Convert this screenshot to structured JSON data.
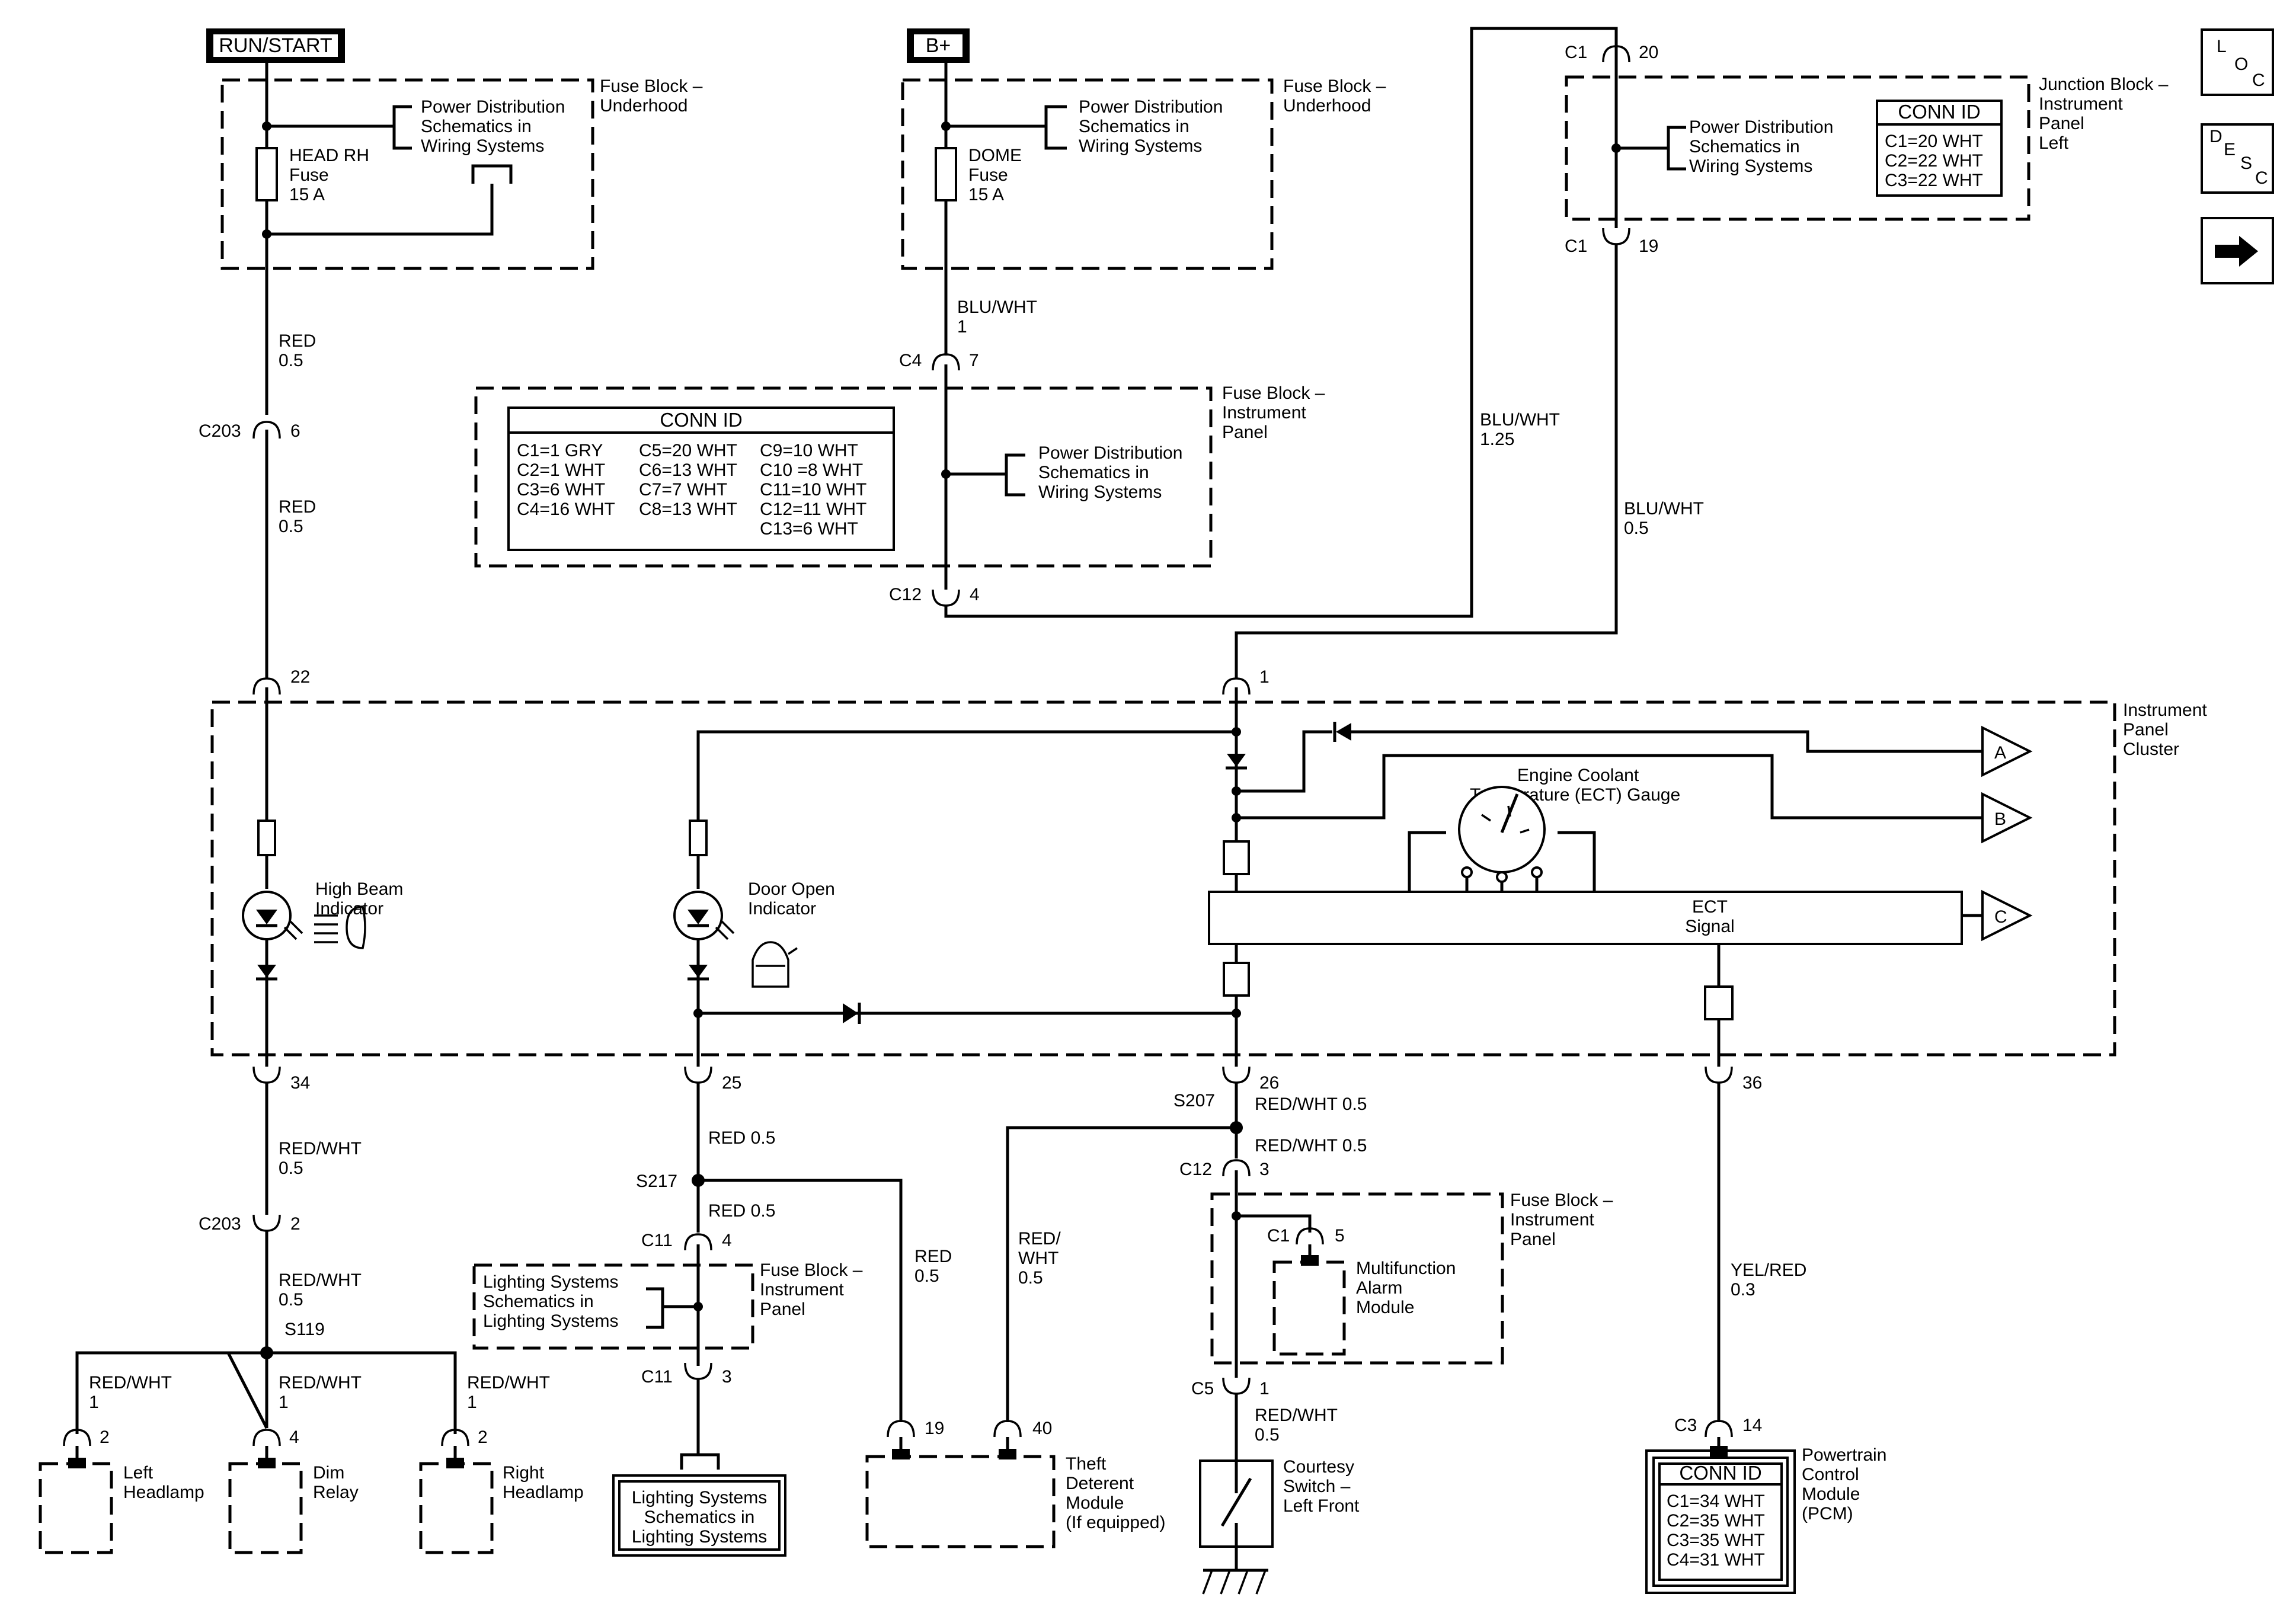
{
  "power_sources": {
    "run_start": "RUN/START",
    "b_plus": "B+"
  },
  "nav_icons": {
    "loc": [
      "L",
      "O",
      "C"
    ],
    "desc": [
      "D",
      "E",
      "S",
      "C"
    ],
    "next": "arrow-right-icon"
  },
  "fuse_block_underhood_1": {
    "title": [
      "Fuse Block –",
      "Underhood"
    ],
    "fuse_label": [
      "HEAD RH",
      "Fuse",
      "15 A"
    ],
    "ref": [
      "Power Distribution",
      "Schematics in",
      "Wiring Systems"
    ]
  },
  "fuse_block_underhood_2": {
    "title": [
      "Fuse Block –",
      "Underhood"
    ],
    "fuse_label": [
      "DOME",
      "Fuse",
      "15 A"
    ],
    "ref": [
      "Power Distribution",
      "Schematics in",
      "Wiring Systems"
    ]
  },
  "junction_block": {
    "title": [
      "Junction Block –",
      "Instrument",
      "Panel",
      "Left"
    ],
    "ref": [
      "Power Distribution",
      "Schematics in",
      "Wiring Systems"
    ],
    "conn_id_title": "CONN ID",
    "conn_ids": [
      "C1=20 WHT",
      "C2=22 WHT",
      "C3=22 WHT"
    ],
    "top_conn": "C1",
    "top_pin": "20",
    "bottom_conn": "C1",
    "bottom_pin": "19"
  },
  "fuse_block_ip": {
    "title": [
      "Fuse Block –",
      "Instrument",
      "Panel"
    ],
    "ref": [
      "Power Distribution",
      "Schematics in",
      "Wiring Systems"
    ],
    "conn_id_title": "CONN ID",
    "conn_ids_col1": [
      "C1=1 GRY",
      "C2=1 WHT",
      "C3=6 WHT",
      "C4=16 WHT"
    ],
    "conn_ids_col2": [
      "C5=20 WHT",
      "C6=13 WHT",
      "C7=7 WHT",
      "C8=13 WHT"
    ],
    "conn_ids_col3": [
      "C9=10 WHT",
      "C10 =8 WHT",
      "C11=10 WHT",
      "C12=11 WHT",
      "C13=6 WHT"
    ],
    "top_conn": "C4",
    "top_pin": "7",
    "bottom_conn": "C12",
    "bottom_pin": "4"
  },
  "wires": {
    "red_05_top": [
      "RED",
      "0.5"
    ],
    "c203_top": "C203",
    "c203_top_pin": "6",
    "red_05_mid": [
      "RED",
      "0.5"
    ],
    "blu_wht_1": [
      "BLU/WHT",
      "1"
    ],
    "blu_wht_125": [
      "BLU/WHT",
      "1.25"
    ],
    "blu_wht_05": [
      "BLU/WHT",
      "0.5"
    ]
  },
  "cluster": {
    "title": [
      "Instrument",
      "Panel",
      "Cluster"
    ],
    "pin_22": "22",
    "pin_1": "1",
    "pin_34": "34",
    "pin_25": "25",
    "pin_26": "26",
    "pin_36": "36",
    "high_beam": [
      "High Beam",
      "Indicator"
    ],
    "door_open": [
      "Door Open",
      "Indicator"
    ],
    "ect_gauge": [
      "Engine Coolant",
      "Temperature (ECT) Gauge"
    ],
    "ect_signal": [
      "ECT",
      "Signal"
    ],
    "ref_a": "A",
    "ref_b": "B",
    "ref_c": "C"
  },
  "lower_left": {
    "red_wht_05_a": [
      "RED/WHT",
      "0.5"
    ],
    "c203": "C203",
    "c203_pin": "2",
    "red_wht_05_b": [
      "RED/WHT",
      "0.5"
    ],
    "s119": "S119",
    "red_wht_1_left": [
      "RED/WHT",
      "1"
    ],
    "red_wht_1_mid": [
      "RED/WHT",
      "1"
    ],
    "red_wht_1_right": [
      "RED/WHT",
      "1"
    ],
    "left_headlamp_pin": "2",
    "dim_relay_pin": "4",
    "right_headlamp_pin": "2",
    "left_headlamp": [
      "Left",
      "Headlamp"
    ],
    "dim_relay": [
      "Dim",
      "Relay"
    ],
    "right_headlamp": [
      "Right",
      "Headlamp"
    ]
  },
  "lower_middle": {
    "red_05_a": "RED 0.5",
    "s217": "S217",
    "red_05_b": "RED 0.5",
    "c11_top": "C11",
    "c11_top_pin": "4",
    "c11_bot": "C11",
    "c11_bot_pin": "3",
    "lighting_ref": [
      "Lighting Systems",
      "Schematics in",
      "Lighting Systems"
    ],
    "fuse_block_title": [
      "Fuse Block –",
      "Instrument",
      "Panel"
    ],
    "lighting_box": [
      "Lighting Systems",
      "Schematics in",
      "Lighting Systems"
    ],
    "red_05_branch": [
      "RED",
      "0.5"
    ],
    "red_wht_05_branch": [
      "RED/",
      "WHT",
      "0.5"
    ],
    "theft_pin_19": "19",
    "theft_pin_40": "40",
    "theft_module": [
      "Theft",
      "Deterent",
      "Module",
      "(If equipped)"
    ]
  },
  "lower_right": {
    "s207": "S207",
    "red_wht_05_a": "RED/WHT 0.5",
    "red_wht_05_b": "RED/WHT 0.5",
    "c12": "C12",
    "c12_pin": "3",
    "c1": "C1",
    "c1_pin": "5",
    "alarm_module": [
      "Multifunction",
      "Alarm",
      "Module"
    ],
    "fuse_block_title": [
      "Fuse Block –",
      "Instrument",
      "Panel"
    ],
    "c5": "C5",
    "c5_pin": "1",
    "red_wht_05_c": [
      "RED/WHT",
      "0.5"
    ],
    "courtesy_switch": [
      "Courtesy",
      "Switch –",
      "Left Front"
    ],
    "yel_red": [
      "YEL/RED",
      "0.3"
    ],
    "c3": "C3",
    "c3_pin": "14",
    "pcm_conn_title": "CONN ID",
    "pcm_conn_ids": [
      "C1=34 WHT",
      "C2=35 WHT",
      "C3=35 WHT",
      "C4=31 WHT"
    ],
    "pcm_title": [
      "Powertrain",
      "Control",
      "Module",
      "(PCM)"
    ]
  }
}
